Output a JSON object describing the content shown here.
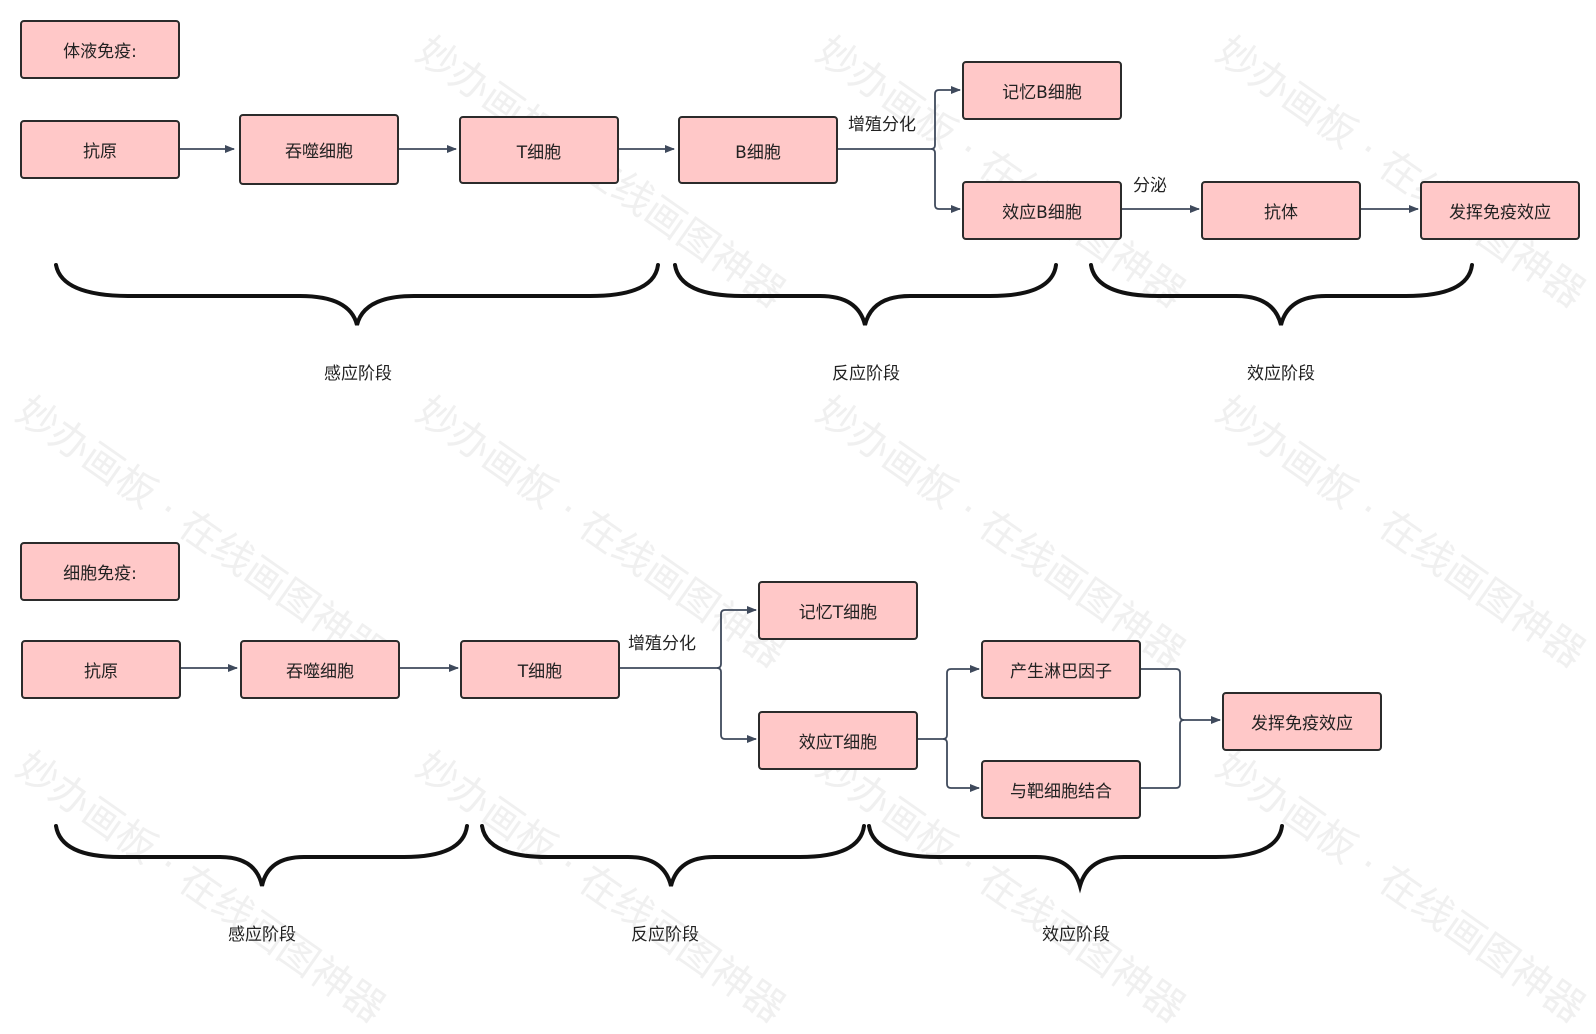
{
  "humoral": {
    "title": "体液免疫:",
    "nodes": {
      "antigen": "抗原",
      "phagocyte": "吞噬细胞",
      "t_cell": "T细胞",
      "b_cell": "B细胞",
      "memory_b": "记忆B细胞",
      "effector_b": "效应B细胞",
      "antibody": "抗体",
      "effect": "发挥免疫效应"
    },
    "edge_labels": {
      "proliferate": "增殖分化",
      "secrete": "分泌"
    },
    "stages": [
      "感应阶段",
      "反应阶段",
      "效应阶段"
    ]
  },
  "cellular": {
    "title": "细胞免疫:",
    "nodes": {
      "antigen": "抗原",
      "phagocyte": "吞噬细胞",
      "t_cell": "T细胞",
      "memory_t": "记忆T细胞",
      "effector_t": "效应T细胞",
      "lymphokine": "产生淋巴因子",
      "bind_target": "与靶细胞结合",
      "effect": "发挥免疫效应"
    },
    "edge_labels": {
      "proliferate": "增殖分化"
    },
    "stages": [
      "感应阶段",
      "反应阶段",
      "效应阶段"
    ]
  },
  "watermark": "妙办画板 · 在线画图神器",
  "colors": {
    "node_fill": "#ffc8c8",
    "node_border": "#2b2b2b",
    "edge": "#3f4a5c",
    "brace": "#111111"
  }
}
